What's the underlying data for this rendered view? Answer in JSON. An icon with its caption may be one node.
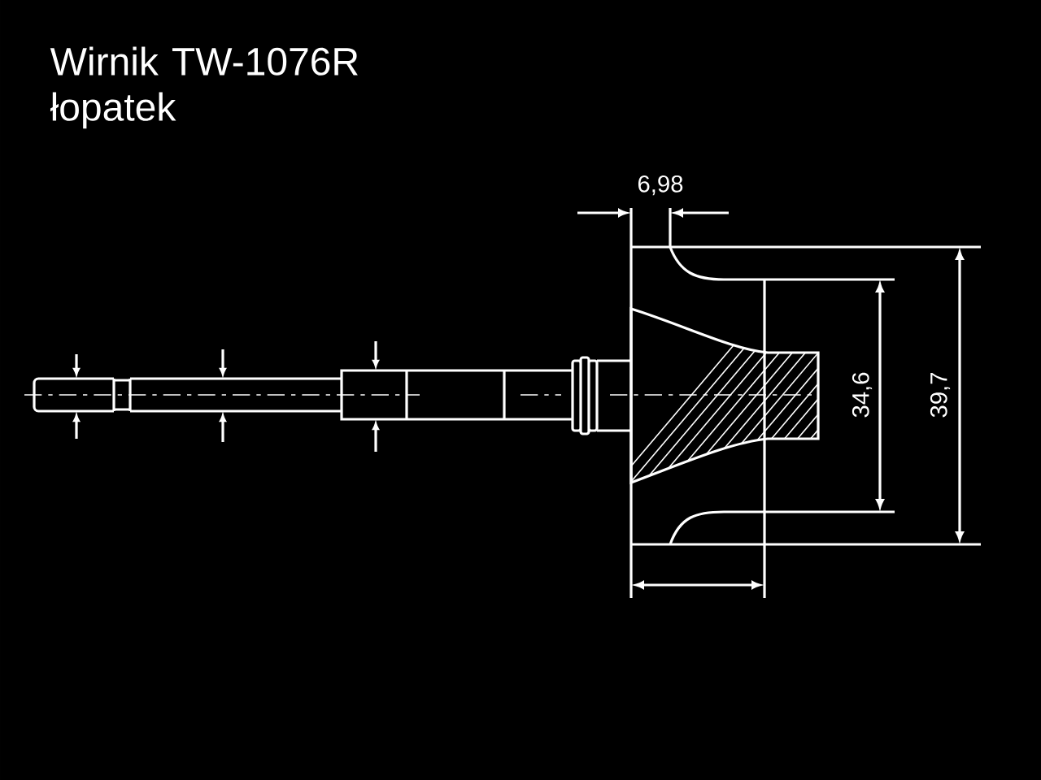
{
  "diagram": {
    "title": "Wirnik TW-1076R łopatek",
    "labels": [
      "6,98",
      "34,6",
      "39,7"
    ]
  }
}
